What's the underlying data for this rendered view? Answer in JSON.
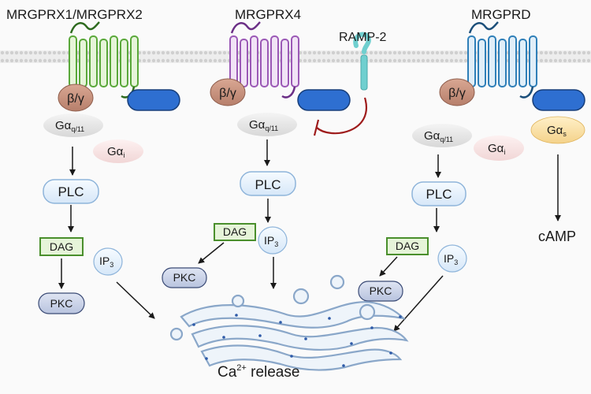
{
  "receptors": {
    "x1x2": "MRGPRX1/MRGPRX2",
    "x4": "MRGPRX4",
    "prd": "MRGPRD",
    "ramp2": "RAMP-2"
  },
  "proteins": {
    "beta_gamma": "β/γ",
    "g_alpha": "Gα",
    "q11_sub": "q/11",
    "i_sub": "i",
    "s_sub": "s",
    "plc": "PLC",
    "dag": "DAG",
    "ip": "IP",
    "ip_sub": "3",
    "pkc": "PKC",
    "camp": "cAMP"
  },
  "outcome": {
    "ca": "Ca",
    "ca_sup": "2+",
    "release": " release"
  },
  "colors": {
    "membrane": "#d9d9d9",
    "x1x2_receptor": "#5aa83a",
    "x4_receptor": "#9b59b6",
    "prd_receptor": "#2f7fb8",
    "ramp2": "#6fcfcf",
    "g_alpha_blue": "#2e6fd1",
    "inhibit_arrow": "#9e1b1b",
    "er_stroke": "#8aa7c9",
    "er_fill": "#eef4fa"
  }
}
